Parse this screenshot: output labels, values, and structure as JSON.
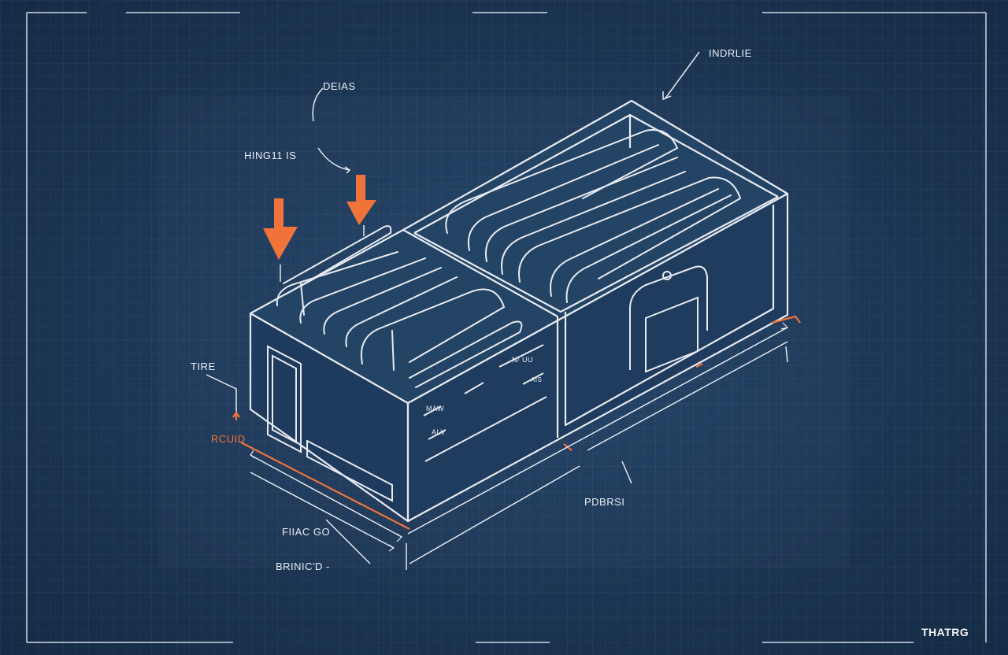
{
  "labels": {
    "deias": "DEIAS",
    "hing": "HING11 IS",
    "indrue": "INDRLIE",
    "tire": "TIRE",
    "rcuid": "RCUID",
    "fiac": "FIIAC GO",
    "brinic": "BRINIC'D -",
    "pobrsi": "PDBRSI",
    "brand": "THATRG"
  },
  "panel_marks": {
    "mark1": "MAW",
    "mark2": "ALV",
    "mark3": "N/ UU",
    "mark4": "AIS"
  },
  "colors": {
    "background": "#1d3856",
    "line": "#e7eaf0",
    "accent": "#f0743a"
  }
}
